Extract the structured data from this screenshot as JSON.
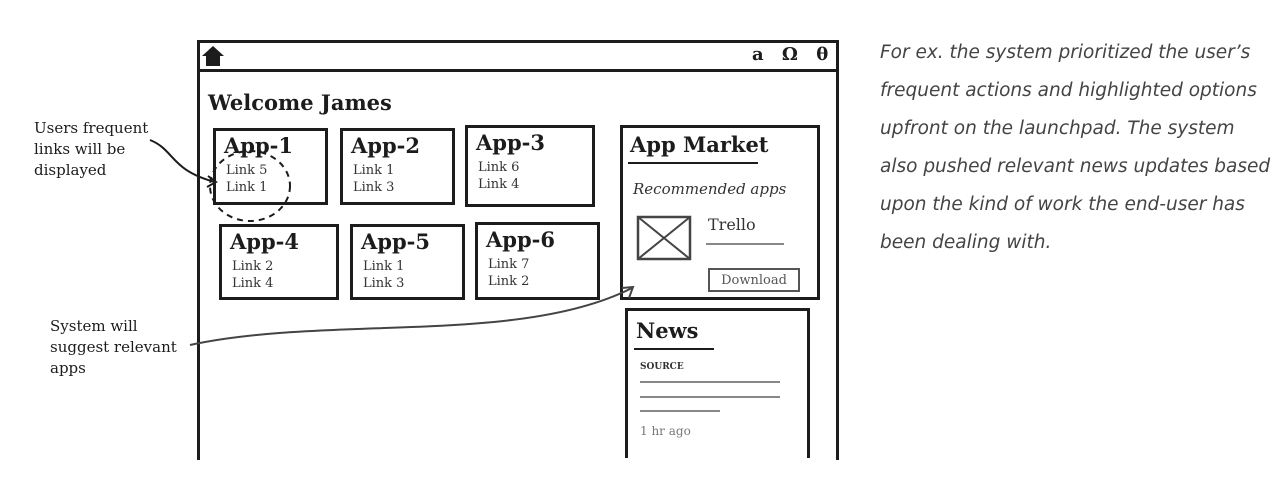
{
  "header": {
    "home_icon": "home-icon",
    "right_icons": [
      "search-icon",
      "settings-icon",
      "user-icon"
    ],
    "right_icons_text": "a Ω θ"
  },
  "welcome": "Welcome James",
  "apps": [
    {
      "name": "App-1",
      "links": [
        "Link 5",
        "Link 1"
      ]
    },
    {
      "name": "App-2",
      "links": [
        "Link 1",
        "Link 3"
      ]
    },
    {
      "name": "App-3",
      "links": [
        "Link 6",
        "Link 4"
      ]
    },
    {
      "name": "App-4",
      "links": [
        "Link 2",
        "Link 4"
      ]
    },
    {
      "name": "App-5",
      "links": [
        "Link 1",
        "Link 3"
      ]
    },
    {
      "name": "App-6",
      "links": [
        "Link 7",
        "Link 2"
      ]
    }
  ],
  "app_market": {
    "title": "App Market",
    "subtitle": "Recommended apps",
    "app_name": "Trello",
    "download_label": "Download"
  },
  "news": {
    "title": "News",
    "source": "SOURCE",
    "time": "1 hr ago"
  },
  "annotations": {
    "frequent_links": "Users frequent\nlinks will be\ndisplayed",
    "suggest_apps": "System will\nsuggest relevant\napps"
  },
  "caption": "For ex. the system prioritized the user’s frequent actions and highlighted options upfront on the launchpad. The system also pushed relevant news updates based upon the kind of work the end-user has been dealing with."
}
